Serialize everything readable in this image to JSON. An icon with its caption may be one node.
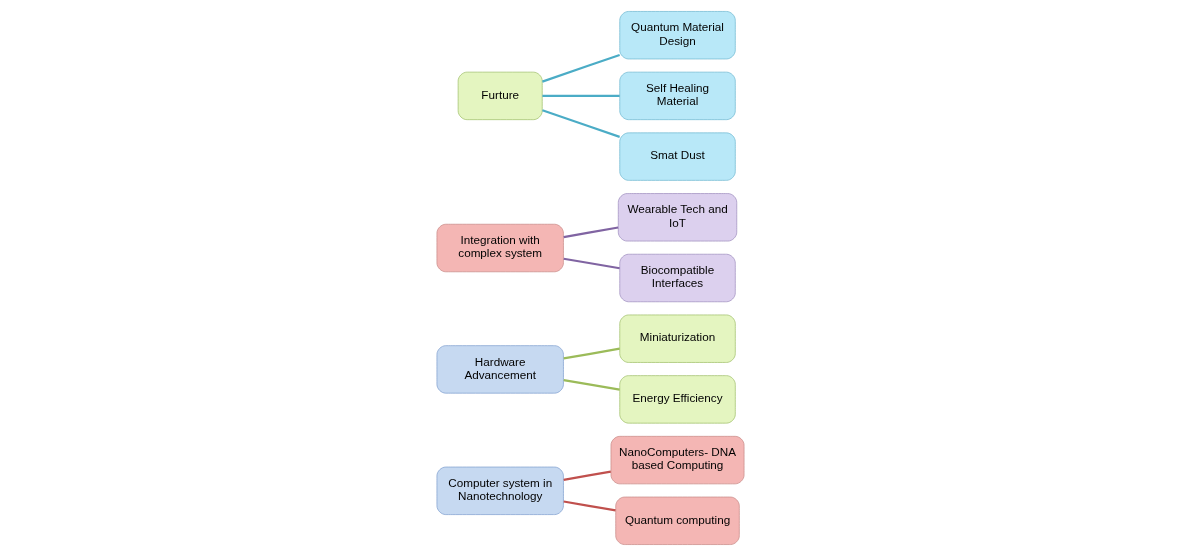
{
  "diagram": {
    "nodes": [
      {
        "text": [
          "Computer system in Nanotechnology"
        ]
      },
      {
        "text": [
          "NanoComputers- DNA based Computing"
        ]
      },
      {
        "text": [
          "Quantum computing"
        ]
      },
      {
        "text": [
          "Hardware Advancement"
        ]
      },
      {
        "text": [
          "Miniaturization"
        ]
      },
      {
        "text": [
          "Energy Efficiency"
        ]
      },
      {
        "text": [
          "Integration with complex system"
        ]
      },
      {
        "text": [
          "Wearable Tech and IoT"
        ]
      },
      {
        "text": [
          "Biocompatible Interfaces"
        ]
      },
      {
        "text": [
          "Furture"
        ]
      },
      {
        "text": [
          "Quantum Material Design"
        ]
      },
      {
        "text": [
          "Self Healing Material"
        ]
      },
      {
        "text": [
          "Smat Dust"
        ]
      }
    ],
    "edges": [
      {
        "from": 0,
        "to": 1,
        "arrow": "none",
        "color": "#c0504d"
      },
      {
        "from": 0,
        "to": 2,
        "arrow": "none",
        "color": "#c0504d"
      },
      {
        "from": 3,
        "to": 4,
        "arrow": "none",
        "color": "#9bbb59"
      },
      {
        "from": 3,
        "to": 5,
        "arrow": "none",
        "color": "#9bbb59"
      },
      {
        "from": 6,
        "to": 7,
        "arrow": "none",
        "color": "#8064a2"
      },
      {
        "from": 6,
        "to": 8,
        "arrow": "none",
        "color": "#8064a2"
      },
      {
        "from": 9,
        "to": 10,
        "arrow": "none",
        "color": "#4bacc6"
      },
      {
        "from": 9,
        "to": 11,
        "arrow": "none",
        "color": "#4bacc6"
      },
      {
        "from": 9,
        "to": 12,
        "arrow": "none",
        "color": "#4bacc6"
      }
    ]
  }
}
